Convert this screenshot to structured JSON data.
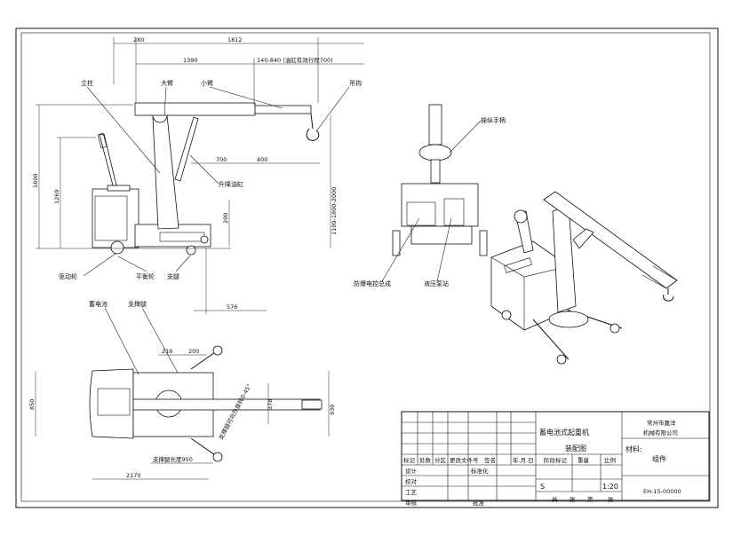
{
  "dimensions": {
    "d280": "280",
    "d1812": "1812",
    "d1390": "1390",
    "d_stroke": "140-840 (油缸有效行程700)",
    "d700": "700",
    "d400": "400",
    "d1600": "1600",
    "d1269": "1269",
    "d_height": "1100-1800-2000",
    "d200v": "200",
    "d576": "576",
    "d216": "216",
    "d200": "200",
    "d850": "850",
    "d930": "930",
    "d378": "378",
    "d2170": "2170",
    "d_legspan": "支撑腿长度950",
    "d_angle": "支撑腿可向外旋转0-45°"
  },
  "labels": {
    "upright": "立柱",
    "big_arm": "大臂",
    "small_arm": "小臂",
    "hook": "吊钩",
    "lift_cyl": "升降油缸",
    "drive_wheel": "驱动轮",
    "castor": "平衡轮",
    "leg": "支腿",
    "battery": "蓄电池",
    "outrigger": "支撑腿",
    "handle": "操纵手柄",
    "controller": "防爆电控总成",
    "pump": "液压泵站"
  },
  "title_block": {
    "product": "蓄电池式起重机",
    "drawing": "装配图",
    "company_line1": "常州市嘉洋",
    "company_line2": "机械有限公司",
    "material_label": "材料:",
    "material_value": "组件",
    "stage": "S",
    "scale": "1:20",
    "code": "EH-15-00000",
    "rev_headers": [
      "标记",
      "处数",
      "分区",
      "更改文件号",
      "签名",
      "年.月.日"
    ],
    "role_design": "设计",
    "role_std": "标准化",
    "role_check": "校对",
    "role_process": "工艺",
    "role_review": "审核",
    "role_approve": "批准",
    "stage_mark": "阶段标记",
    "weight": "重量",
    "scale_label": "比例",
    "sheet_total": "共",
    "sheet_unit": "张",
    "sheet_no": "第",
    "sheet_unit2": "张"
  }
}
